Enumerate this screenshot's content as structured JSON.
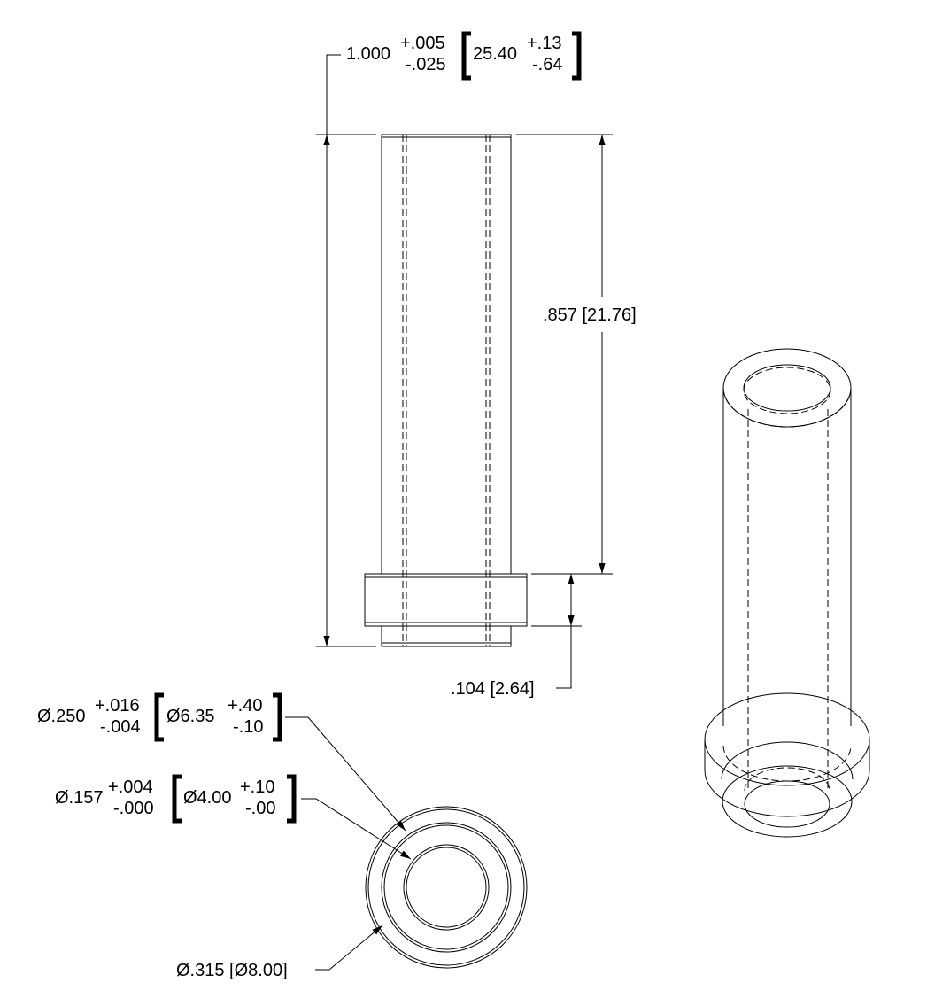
{
  "dimensions": {
    "length": {
      "nominal": "1.000",
      "plus": "+.005",
      "minus": "-.025",
      "metric_nominal": "25.40",
      "metric_plus": "+.13",
      "metric_minus": "-.64"
    },
    "tube_length": {
      "text": ".857 [21.76]"
    },
    "collar_height": {
      "text": ".104 [2.64]"
    },
    "collar_bore": {
      "nominal": "Ø.250",
      "plus": "+.016",
      "minus": "-.004",
      "metric_nominal": "Ø6.35",
      "metric_plus": "+.40",
      "metric_minus": "-.10"
    },
    "inner_bore": {
      "nominal": "Ø.157",
      "plus": "+.004",
      "minus": "-.000",
      "metric_nominal": "Ø4.00",
      "metric_plus": "+.10",
      "metric_minus": "-.00"
    },
    "outer_diameter": {
      "text": "Ø.315 [Ø8.00]"
    }
  }
}
